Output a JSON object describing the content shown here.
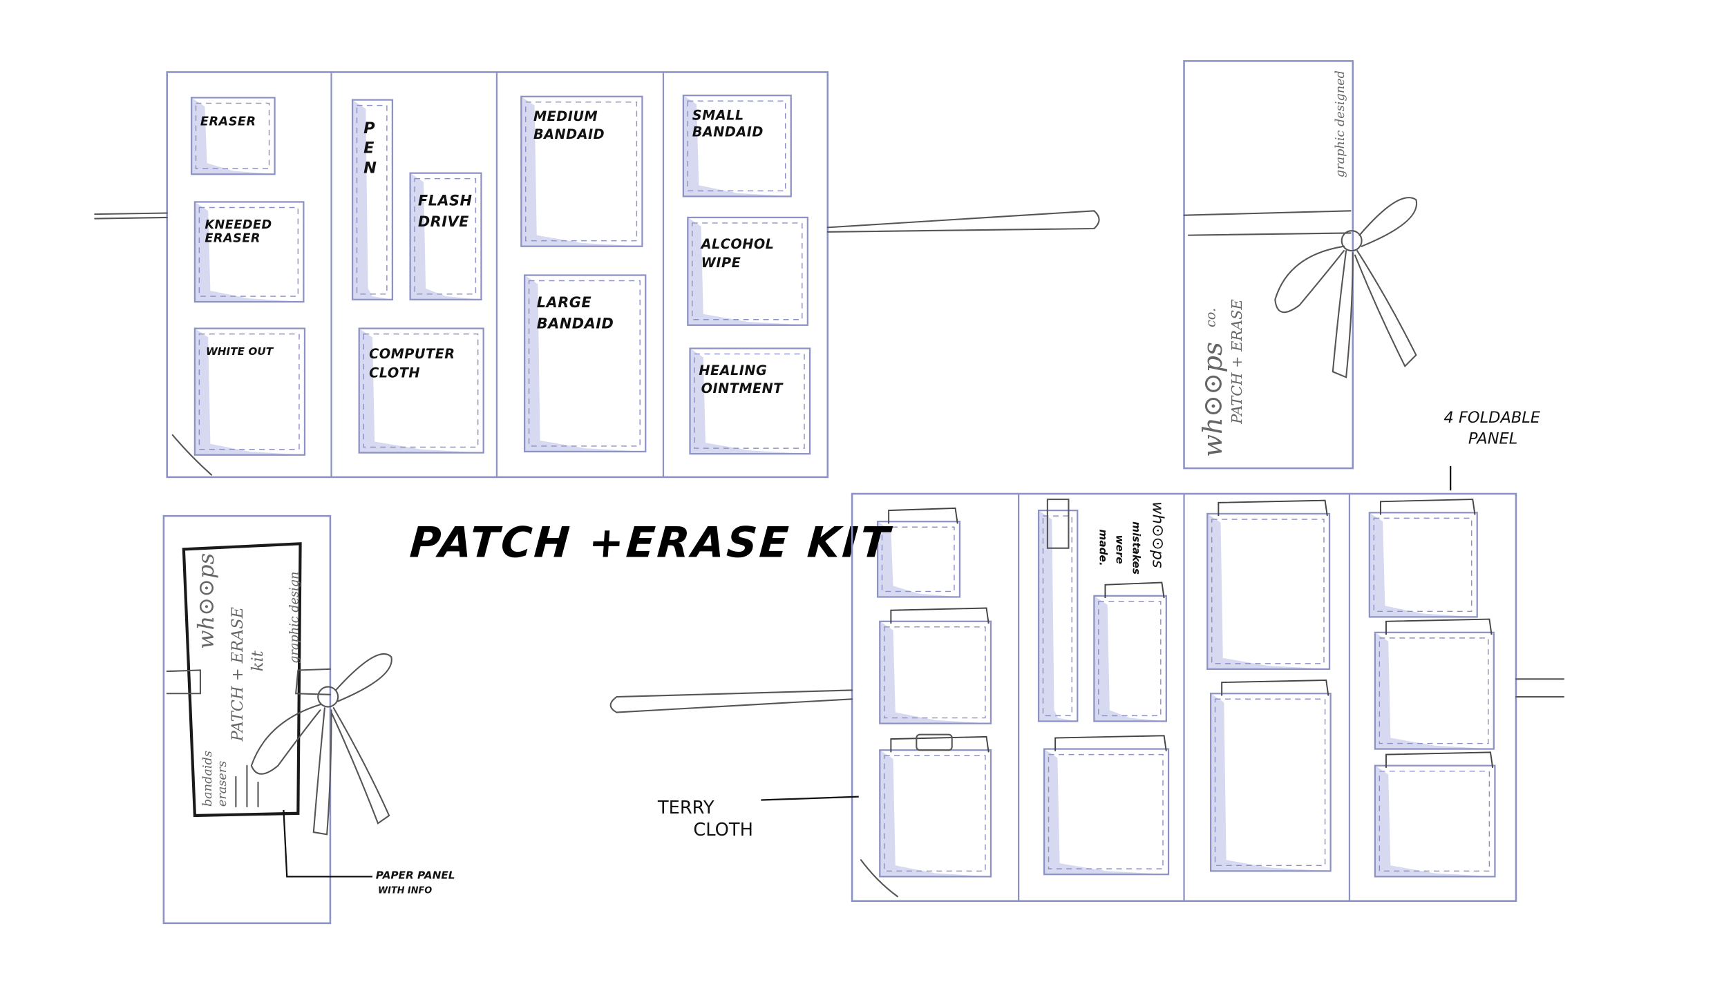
{
  "title": "PATCH +ERASE KIT",
  "open_kit_top": {
    "pockets": {
      "eraser": "ERASER",
      "kneaded_eraser_1": "KNEEDED",
      "kneaded_eraser_2": "ERASER",
      "white_out": "WHITE OUT",
      "pen": [
        "P",
        "E",
        "N"
      ],
      "flash_drive_1": "FLASH",
      "flash_drive_2": "DRIVE",
      "computer_cloth_1": "COMPUTER",
      "computer_cloth_2": "CLOTH",
      "medium_bandaid_1": "MEDIUM",
      "medium_bandaid_2": "BANDAID",
      "large_bandaid_1": "LARGE",
      "large_bandaid_2": "BANDAID",
      "small_bandaid_1": "SMALL",
      "small_bandaid_2": "BANDAID",
      "alcohol_wipe_1": "ALCOHOL",
      "alcohol_wipe_2": "WIPE",
      "healing_ointment_1": "HEALING",
      "healing_ointment_2": "OINTMENT"
    }
  },
  "closed_kit_top": {
    "brand": "wh⊙⊙ps",
    "brand_suffix": "co.",
    "product": "PATCH + ERASE",
    "credit": "graphic designed"
  },
  "closed_kit_bottom": {
    "brand": "wh⊙⊙ps",
    "product": "PATCH + ERASE",
    "product_sub": "kit",
    "credit": "graphic design",
    "contents": [
      "bandaids",
      "erasers"
    ],
    "annotation": [
      "PAPER PANEL",
      "WITH INFO"
    ]
  },
  "open_kit_bottom": {
    "panel_text": [
      "wh⊙⊙ps",
      "mistakes",
      "were",
      "made."
    ],
    "annotation_panels": [
      "4 FOLDABLE",
      "PANEL"
    ],
    "annotation_cloth": [
      "TERRY",
      "CLOTH"
    ]
  },
  "colors": {
    "pencil_blue": "#8d92c4",
    "shading": "#b4b9e4"
  }
}
